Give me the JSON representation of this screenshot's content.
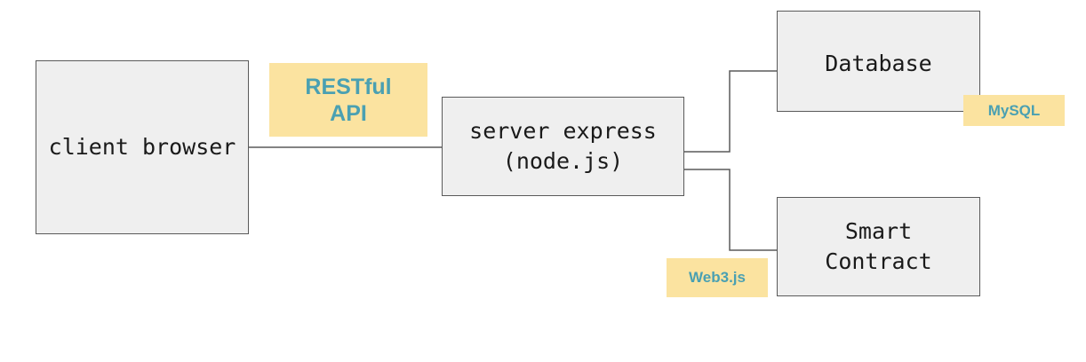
{
  "nodes": {
    "client": {
      "label": "client browser"
    },
    "server": {
      "label": "server express\n(node.js)"
    },
    "database": {
      "label": "Database"
    },
    "contract": {
      "label": "Smart\nContract"
    }
  },
  "tags": {
    "rest": {
      "label": "RESTful\nAPI"
    },
    "mysql": {
      "label": "MySQL"
    },
    "web3": {
      "label": "Web3.js"
    }
  },
  "colors": {
    "box_fill": "#efefef",
    "box_border": "#5a5a5a",
    "tag_fill": "#fbe3a0",
    "tag_text": "#4aa0b2",
    "connector": "#5a5a5a"
  }
}
